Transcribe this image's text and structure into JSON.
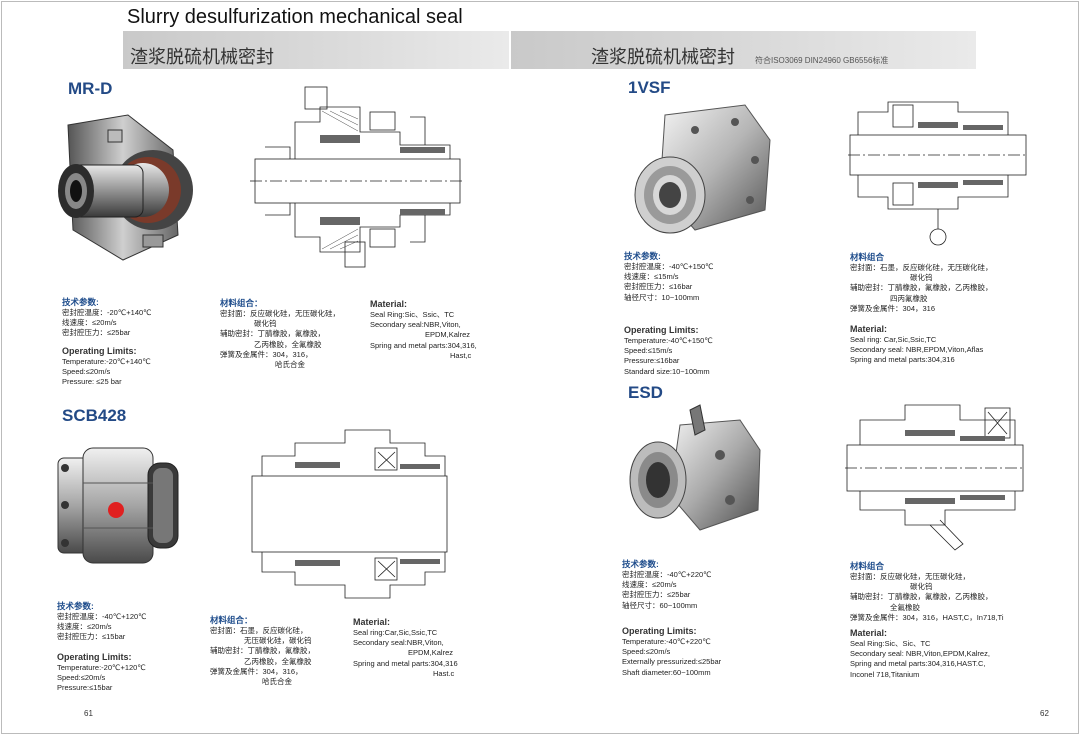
{
  "header": {
    "title": "Slurry desulfurization mechanical seal",
    "cn_left": "渣浆脱硫机械密封",
    "cn_right": "渣浆脱硫机械密封",
    "standards": "符合ISO3069 DIN24960 GB6556标准"
  },
  "products": {
    "mrd": {
      "name": "MR-D",
      "tech": {
        "heading": "技术参数:",
        "lines": [
          "密封腔温度：-20℃+140℃",
          "线速度：≤20m/s",
          "密封腔压力：≤25bar"
        ]
      },
      "limits": {
        "heading": "Operating Limits:",
        "lines": [
          "Temperature:-20℃+140℃",
          "Speed:≤20m/s",
          "Pressure: ≤25 bar"
        ]
      },
      "mat_cn": {
        "heading": "材料组合：",
        "lines": [
          "密封面：反应碳化硅，无压碳化硅，",
          "碳化钨",
          "辅助密封：丁腈橡胶，氟橡胶，",
          "乙丙橡胶，全氟橡胶",
          "弹簧及金属件：304，316，",
          "哈氏合金"
        ]
      },
      "mat_en": {
        "heading": "Material:",
        "lines": [
          "Seal Ring:Sic、Ssic、TC",
          "Secondary seal:NBR,Viton,",
          "EPDM,Kalrez",
          "Spring and metal parts:304,316,",
          "Hast,c"
        ]
      }
    },
    "scb": {
      "name": "SCB428",
      "tech": {
        "heading": "技术参数:",
        "lines": [
          "密封腔温度：-40℃+120℃",
          "线速度：≤20m/s",
          "密封腔压力：≤15bar"
        ]
      },
      "limits": {
        "heading": "Operating Limits:",
        "lines": [
          "Temperature:-20℃+120℃",
          "Speed:≤20m/s",
          "Pressure:≤15bar"
        ]
      },
      "mat_cn": {
        "heading": "材料组合：",
        "lines": [
          "密封面：石墨，反应碳化硅，",
          "无压碳化硅，碳化钨",
          "辅助密封：丁腈橡胶，氟橡胶，",
          "乙丙橡胶，全氟橡胶",
          "弹簧及金属件：304，316，",
          "哈氏合金"
        ]
      },
      "mat_en": {
        "heading": "Material:",
        "lines": [
          "Seal ring:Car,Sic,Ssic,TC",
          "Secondary seal:NBR,Viton,",
          "EPDM,Kalrez",
          "Spring and metal parts:304,316",
          "Hast.c"
        ]
      }
    },
    "vsf": {
      "name": "1VSF",
      "tech": {
        "heading": "技术参数:",
        "lines": [
          "密封腔温度：-40℃+150℃",
          "线速度：≤15m/s",
          "密封腔压力：≤16bar",
          "轴径尺寸：10~100mm"
        ]
      },
      "limits": {
        "heading": "Operating Limits:",
        "lines": [
          "Temperature:-40℃+150℃",
          "Speed:≤15m/s",
          "Pressure:≤16bar",
          "Standard size:10~100mm"
        ]
      },
      "mat_cn": {
        "heading": "材料组合",
        "lines": [
          "密封面：石墨，反应碳化硅，无压碳化硅，",
          "碳化钨",
          "辅助密封：丁腈橡胶，氟橡胶，乙丙橡胶，",
          "四丙氟橡胶",
          "弹簧及金属件：304，316"
        ]
      },
      "mat_en": {
        "heading": "Material:",
        "lines": [
          "Seal ring: Car,Sic,Ssic,TC",
          "Secondary seal: NBR,EPDM,Viton,Aflas",
          "Spring and metal parts:304,316"
        ]
      }
    },
    "esd": {
      "name": "ESD",
      "tech": {
        "heading": "技术参数:",
        "lines": [
          "密封腔温度：-40℃+220℃",
          "线速度：≤20m/s",
          "密封腔压力：≤25bar",
          "轴径尺寸：60~100mm"
        ]
      },
      "limits": {
        "heading": "Operating Limits:",
        "lines": [
          "Temperature:-40℃+220℃",
          "Speed:≤20m/s",
          "Externally pressurized:≤25bar",
          "Shaft diameter:60~100mm"
        ]
      },
      "mat_cn": {
        "heading": "材料组合",
        "lines": [
          "密封面：反应碳化硅，无压碳化硅，",
          "碳化钨",
          "辅助密封：丁腈橡胶，氟橡胶，乙丙橡胶，",
          "全氟橡胶",
          "弹簧及金属件：304，316，HAST,C，In718,Ti"
        ]
      },
      "mat_en": {
        "heading": "Material:",
        "lines": [
          "Seal Ring:Sic、Sic、TC",
          "Secondary seal: NBR,Viton,EPDM,Kalrez,",
          "Spring and metal parts:304,316,HAST.C,",
          "Inconel 718,Titanium"
        ]
      }
    }
  },
  "pages": {
    "left": "61",
    "right": "62"
  }
}
